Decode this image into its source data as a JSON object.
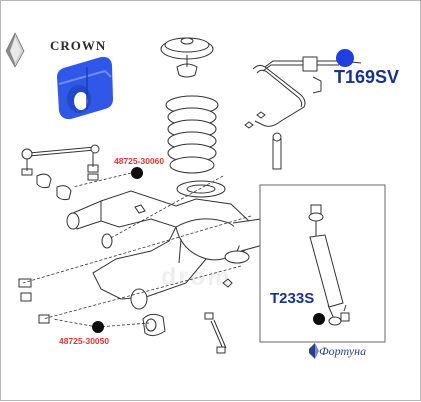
{
  "brand": {
    "name": "CROWN",
    "logo_icon": "crown-chevron-logo"
  },
  "labels": {
    "sway_bar_bushing": "T169SV",
    "shock_absorber": "T233S",
    "arm_bushing_upper": "48725-30060",
    "arm_bushing_lower": "48725-30050"
  },
  "watermark": "drom",
  "footer": {
    "icon": "fortuna-logo-icon",
    "text": "Фортуна"
  },
  "colors": {
    "callout_dot": "#0d0d0d",
    "highlight_dot": "#1f3fe0",
    "bushing_blue": "#2f57e8",
    "part_code_red": "#d83a2a",
    "part_code_blue": "#16338f",
    "line": "#333333"
  }
}
